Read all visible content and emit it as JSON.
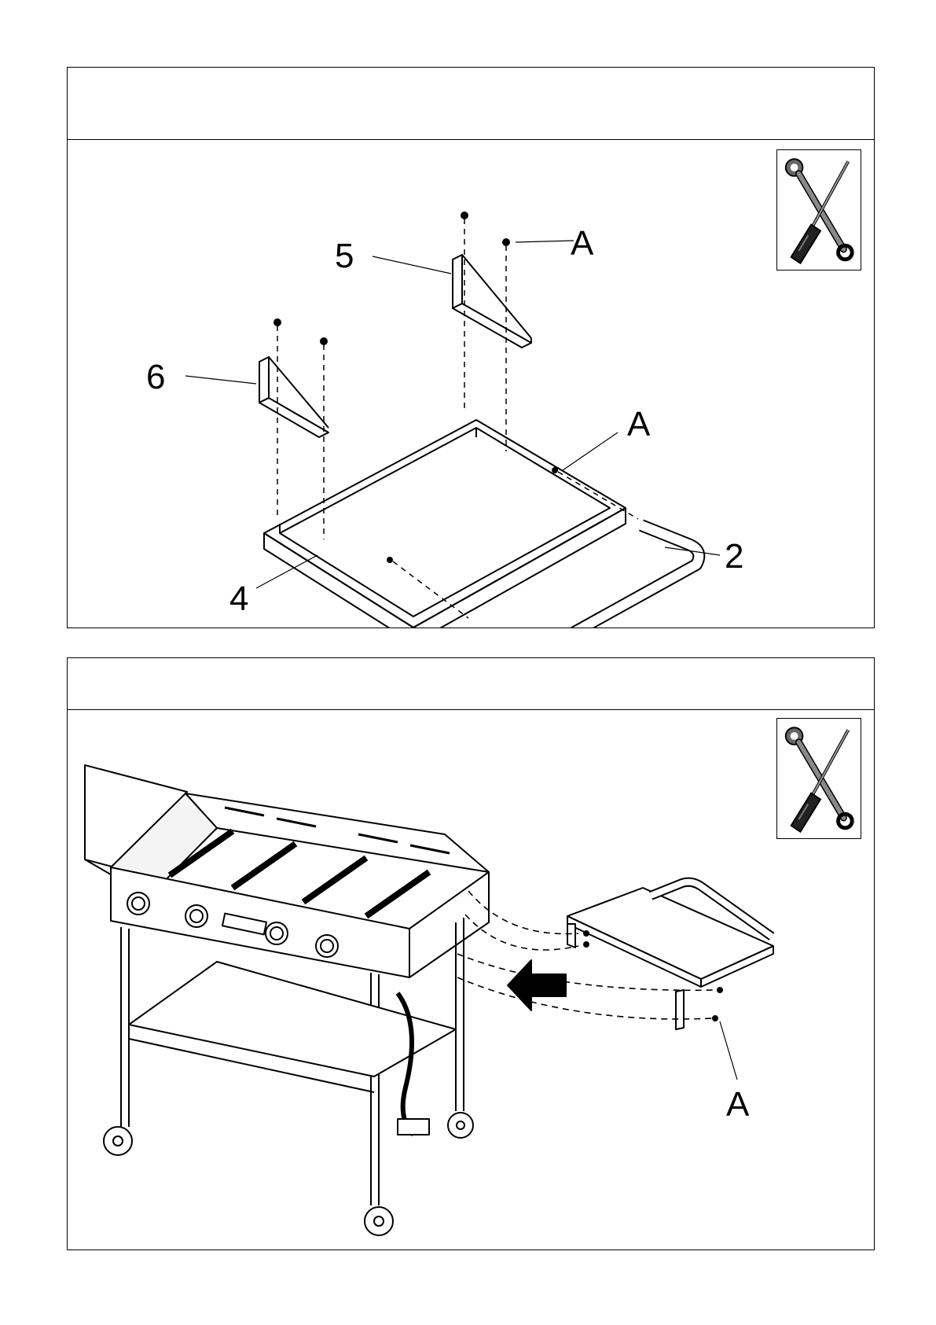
{
  "steps": [
    {
      "title": "",
      "callouts": {
        "part_5": "5",
        "part_6": "6",
        "part_4": "4",
        "part_2": "2",
        "screw_a_top": "A",
        "screw_a_side": "A"
      },
      "tools": [
        "wrench-icon",
        "screwdriver-icon"
      ]
    },
    {
      "title": "",
      "callouts": {
        "screw_a": "A"
      },
      "tools": [
        "wrench-icon",
        "screwdriver-icon"
      ]
    }
  ]
}
